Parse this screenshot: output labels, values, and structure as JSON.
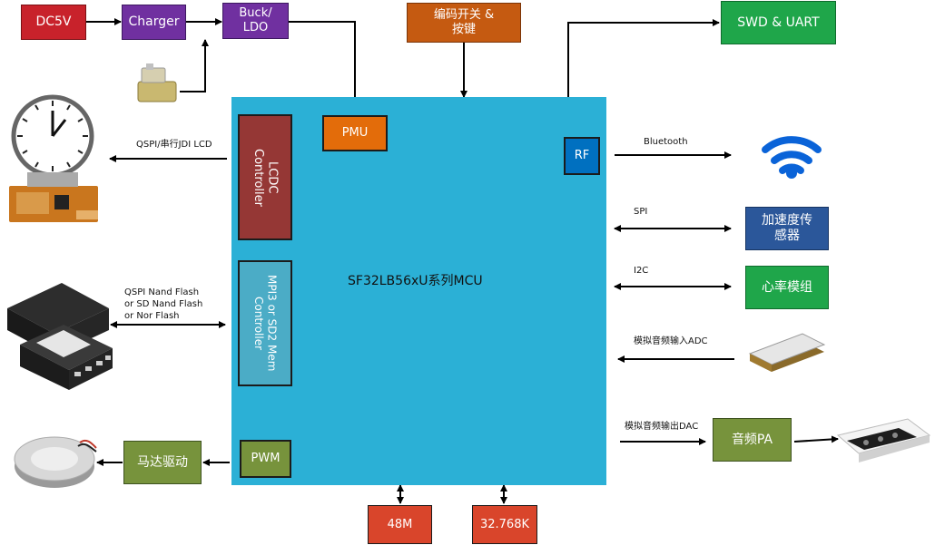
{
  "colors": {
    "mcu": "#2bb0d6",
    "red": "#c8222b",
    "purple": "#7030a0",
    "orange": "#e36c0a",
    "brownOrange": "#c55a11",
    "green": "#1fa64a",
    "blue": "#2b579a",
    "rfBlue": "#0070c0",
    "lcdc": "#953735",
    "mem": "#4bacc6",
    "olive": "#77933c",
    "crystal": "#d9452b",
    "wifi": "#0a63d8",
    "line": "#000000"
  },
  "power": {
    "dc5v": "DC5V",
    "charger": "Charger",
    "buck_line1": "Buck/",
    "buck_line2": "LDO",
    "battery_icon": "battery-icon"
  },
  "encoder": {
    "line1": "编码开关 &",
    "line2": "按键"
  },
  "swd": {
    "label": "SWD & UART"
  },
  "mcu": {
    "title": "SF32LB56xU系列MCU",
    "pmu": "PMU",
    "rf": "RF",
    "lcdc_line1": "LCDC",
    "lcdc_line2": "Controller",
    "mem_line1": "MPI3 or SD2 Mem",
    "mem_line2": "Controller",
    "pwm": "PWM"
  },
  "left": {
    "lcd_label": "QSPI/串行JDI LCD",
    "flash_line1": "QSPI Nand Flash",
    "flash_line2": "or  SD Nand Flash",
    "flash_line3": "or  Nor Flash",
    "motor_driver": "马达驱动",
    "watch_icon": "watch-display-icon",
    "flash_icon": "flash-chip-icon",
    "motor_icon": "vibration-motor-icon"
  },
  "right": {
    "bluetooth": "Bluetooth",
    "spi": "SPI",
    "accel_line1": "加速度传",
    "accel_line2": "感器",
    "i2c": "I2C",
    "heart_rate": "心率模组",
    "adc_label": "模拟音频输入ADC",
    "dac_label": "模拟音频输出DAC",
    "audio_pa": "音频PA",
    "wifi_icon": "wireless-signal-icon",
    "mic_icon": "microphone-icon",
    "speaker_icon": "speaker-icon"
  },
  "clocks": {
    "c48m": "48M",
    "c32k": "32.768K"
  }
}
